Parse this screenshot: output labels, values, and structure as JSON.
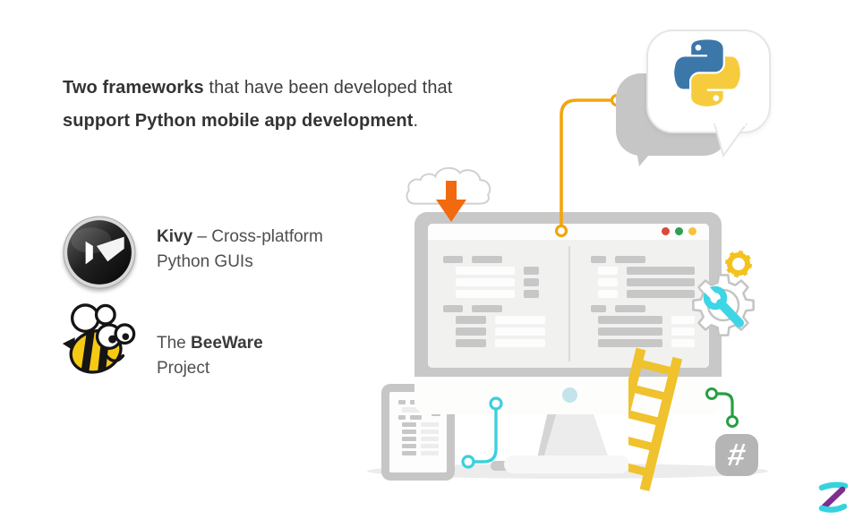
{
  "headline": {
    "line1_bold": "Two frameworks",
    "line1_rest": " that have been developed that",
    "line2_bold": "support Python mobile app development",
    "line2_rest": "."
  },
  "frameworks": {
    "kivy": {
      "name": "Kivy",
      "tagline1": " – Cross-platform",
      "tagline2": "Python GUIs",
      "icon": "kivy-logo"
    },
    "beeware": {
      "prefix": "The ",
      "name": "BeeWare",
      "line2": "Project",
      "icon": "beeware-bee-logo"
    }
  },
  "illustration": {
    "hashtag": "#",
    "window_dot_colors": [
      "#DB4A3A",
      "#2F9E4F",
      "#F4C23C"
    ],
    "colors": {
      "accent_amber_line": "#F2A50C",
      "accent_teal": "#3CD0DC",
      "accent_green": "#27A043",
      "accent_orange_arrow": "#F26A10",
      "python_blue": "#3B77A9",
      "python_yellow": "#F6CC3E",
      "ladder_yellow": "#EFC22E",
      "gear_yellow": "#F3C21F",
      "bee_yellow": "#F6C913",
      "monitor_gray": "#C8C8C8",
      "screen_gray": "#F1F1F0"
    }
  },
  "branding": {
    "logo": "zenva-z-logo"
  }
}
